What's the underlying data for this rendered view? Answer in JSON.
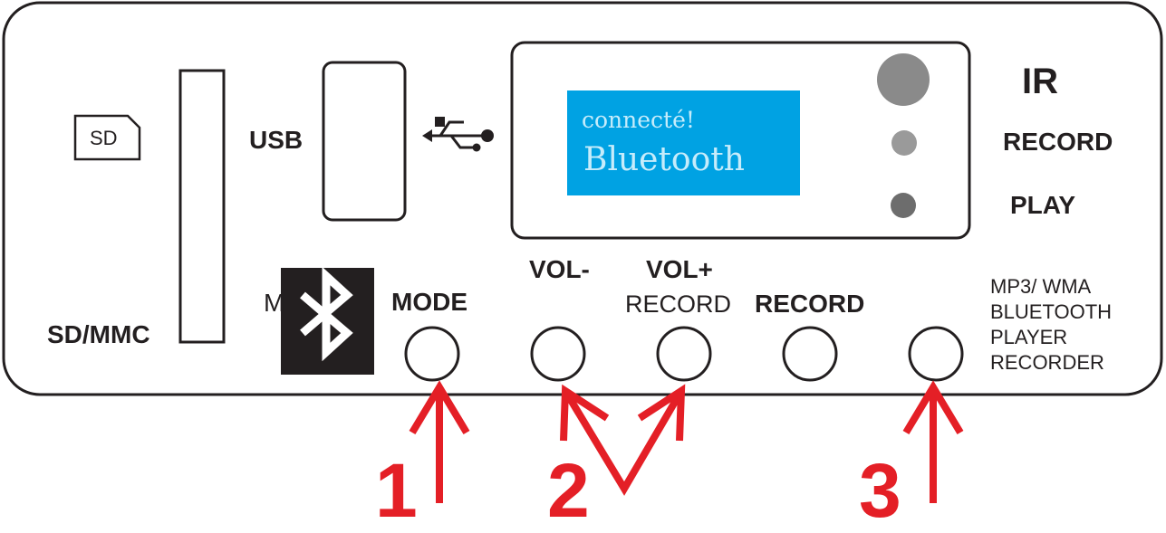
{
  "colors": {
    "outline": "#231f20",
    "lcd_background": "#00a2e3",
    "lcd_text": "#c6ecfb",
    "arrow": "#e41f26",
    "bluetooth_tile": "#231f20",
    "ir_sensor": "#8a8a8a",
    "record_led": "#9a9a9a",
    "play_led": "#6d6d6d"
  },
  "labels": {
    "sd_icon": "SD",
    "sd_mmc": "SD/MMC",
    "usb": "USB",
    "ir": "IR",
    "record_led": "RECORD",
    "play_led": "PLAY",
    "m_partial": "M",
    "mode": "MODE",
    "vol_minus": "VOL-",
    "vol_plus": "VOL+",
    "vol_plus_sub": "RECORD",
    "record_button": "RECORD"
  },
  "device_description": [
    "MP3/ WMA",
    "BLUETOOTH",
    "PLAYER",
    "RECORDER"
  ],
  "lcd": {
    "line1": "connecté!",
    "line2": "Bluetooth"
  },
  "icons": {
    "usb_symbol": "usb-icon",
    "bluetooth": "bluetooth-icon",
    "sd_card": "sd-card-icon"
  },
  "callouts": [
    "1",
    "2",
    "3"
  ]
}
